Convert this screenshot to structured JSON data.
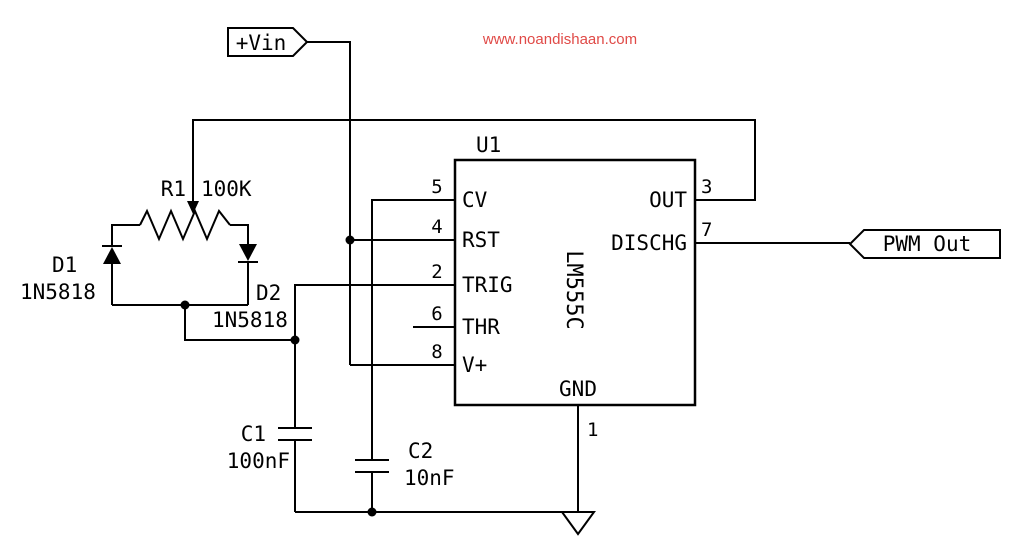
{
  "colors": {
    "wire": "#000000",
    "watermark": "#e04a47"
  },
  "watermark": {
    "text": "www.noandishaan.com"
  },
  "flags": {
    "vin": {
      "label": "+Vin"
    },
    "pwm_out": {
      "label": "PWM Out"
    }
  },
  "ic": {
    "ref": "U1",
    "part": "LM555C",
    "pins_left": [
      {
        "number": "5",
        "name": "CV"
      },
      {
        "number": "4",
        "name": "RST"
      },
      {
        "number": "2",
        "name": "TRIG"
      },
      {
        "number": "6",
        "name": "THR"
      },
      {
        "number": "8",
        "name": "V+"
      }
    ],
    "pins_right": [
      {
        "number": "3",
        "name": "OUT"
      },
      {
        "number": "7",
        "name": "DISCHG"
      }
    ],
    "pin_bottom": {
      "number": "1",
      "name": "GND"
    }
  },
  "components": {
    "r1": {
      "ref": "R1",
      "value": "100K"
    },
    "d1": {
      "ref": "D1",
      "value": "1N5818"
    },
    "d2": {
      "ref": "D2",
      "value": "1N5818"
    },
    "c1": {
      "ref": "C1",
      "value": "100nF"
    },
    "c2": {
      "ref": "C2",
      "value": "10nF"
    }
  }
}
